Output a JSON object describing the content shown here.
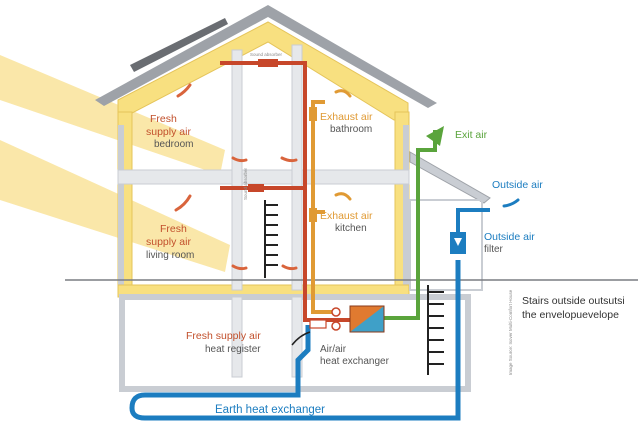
{
  "labels": {
    "fresh_bedroom_1": "Fresh",
    "fresh_bedroom_2": "supply air",
    "fresh_bedroom_3": "bedroom",
    "exhaust_bath_1": "Exhaust air",
    "exhaust_bath_2": "bathroom",
    "fresh_living_1": "Fresh",
    "fresh_living_2": "supply air",
    "fresh_living_3": "living room",
    "exhaust_kitchen_1": "Exhaust air",
    "exhaust_kitchen_2": "kitchen",
    "exit_air": "Exit air",
    "outside_air": "Outside air",
    "outside_filter_1": "Outside air",
    "outside_filter_2": "filter",
    "stairs_1": "Stairs outside outsutsi",
    "stairs_2": "the envelopuevelope",
    "fresh_register_1": "Fresh supply air",
    "fresh_register_2": "heat register",
    "hx_1": "Air/air",
    "hx_2": "heat exchanger",
    "earth": "Earth heat exchanger",
    "sound_absorber_top": "Sound absorber",
    "sound_absorber_mid": "Sound absorber",
    "source_note": "Image Source: Isover Multi-Comfort House"
  },
  "colors": {
    "insulation": "#f8e080",
    "sun": "#f9e39a",
    "supply": "#c7472a",
    "exhaust": "#e09a34",
    "exit": "#5aa43c",
    "outside": "#1c7dc0",
    "wall": "#c9cdd3",
    "roof": "#8c8f94"
  }
}
